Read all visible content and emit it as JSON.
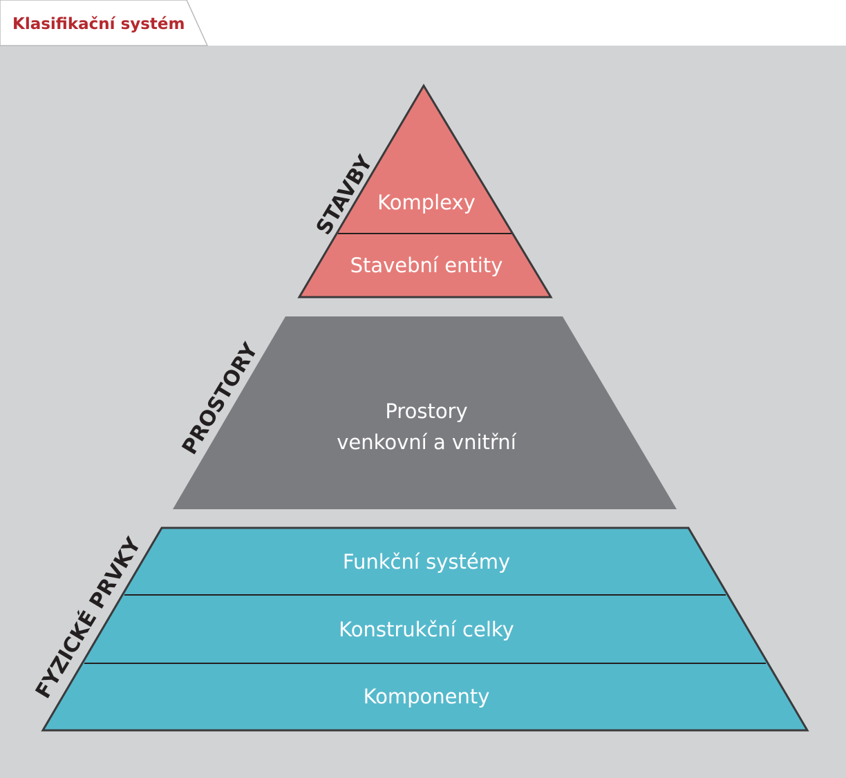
{
  "title": "Klasifikační systém",
  "colors": {
    "stavby": "#e57b78",
    "prostory": "#7b7c80",
    "fyzicke_prvky": "#55b9cc",
    "background": "#d1d3d4",
    "title": "#b5282e"
  },
  "sections": {
    "stavby": {
      "side_label": "STAVBY",
      "levels": [
        "Komplexy",
        "Stavební entity"
      ]
    },
    "prostory": {
      "side_label": "PROSTORY",
      "lines": [
        "Prostory",
        "venkovní a vnitřní"
      ]
    },
    "fyzicke_prvky": {
      "side_label": "FYZICKÉ PRVKY",
      "levels": [
        "Funkční systémy",
        "Konstrukční celky",
        "Komponenty"
      ]
    }
  }
}
